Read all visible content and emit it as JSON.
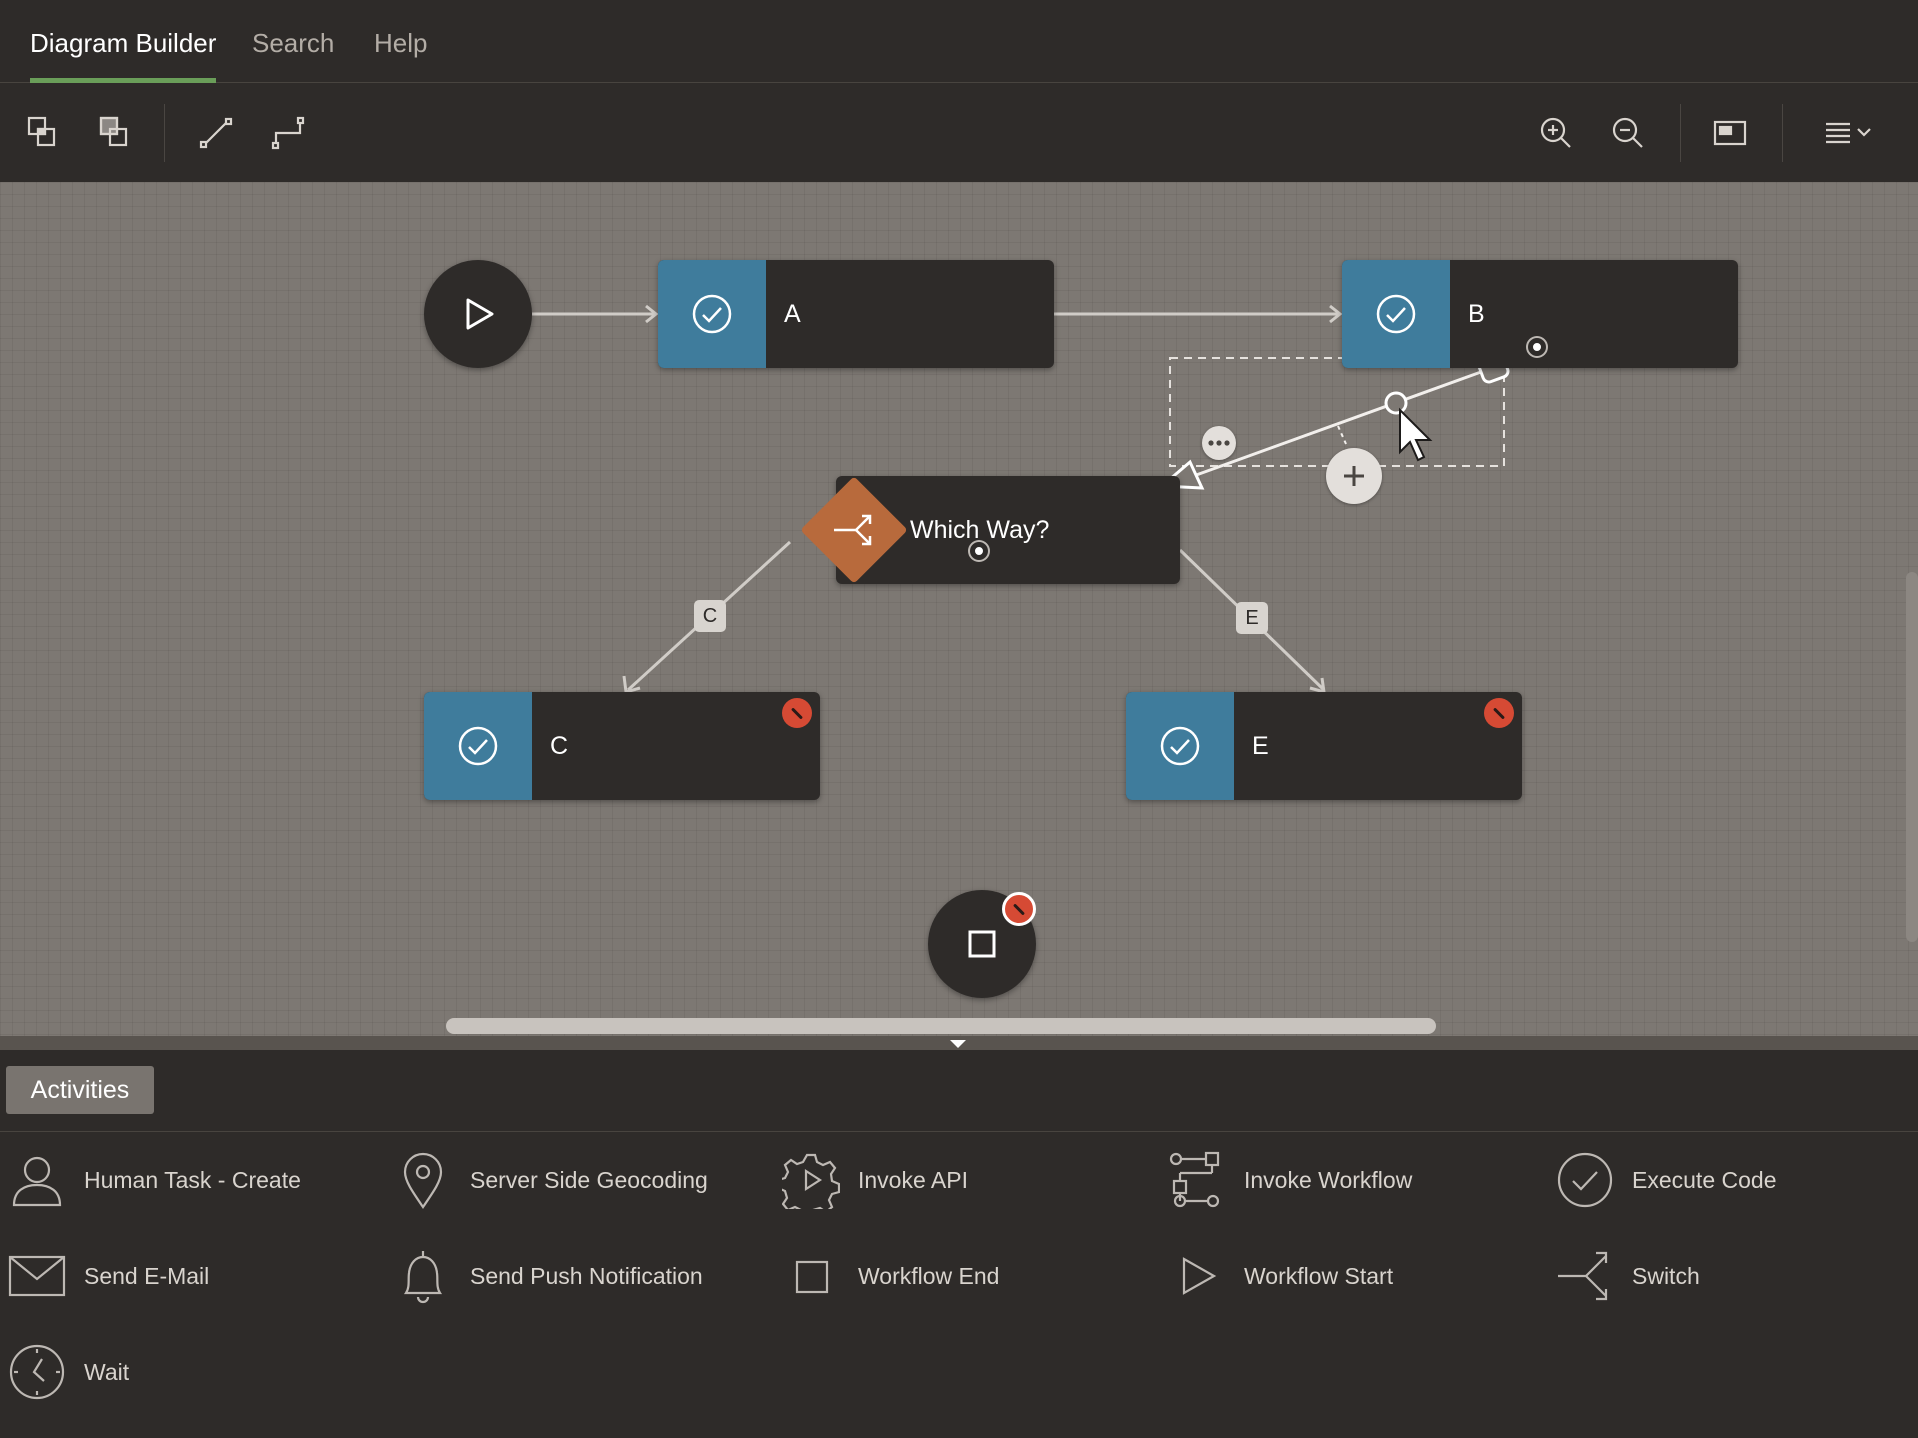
{
  "tabs": [
    {
      "label": "Diagram Builder",
      "active": true
    },
    {
      "label": "Search",
      "active": false
    },
    {
      "label": "Help",
      "active": false
    }
  ],
  "toolbar": {
    "left_icons": [
      "bring-to-front-icon",
      "send-to-back-icon",
      "straight-connector-icon",
      "elbow-connector-icon"
    ],
    "right_icons": [
      "zoom-in-icon",
      "zoom-out-icon",
      "overview-icon",
      "menu-icon"
    ]
  },
  "diagram": {
    "nodes": [
      {
        "id": "start",
        "type": "start",
        "icon": "play-icon"
      },
      {
        "id": "a",
        "type": "task",
        "label": "A",
        "icon": "check-circle-icon",
        "error": false
      },
      {
        "id": "b",
        "type": "task",
        "label": "B",
        "icon": "check-circle-icon",
        "error": false
      },
      {
        "id": "switch",
        "type": "switch",
        "label": "Which Way?",
        "icon": "switch-icon"
      },
      {
        "id": "c",
        "type": "task",
        "label": "C",
        "icon": "check-circle-icon",
        "error": true
      },
      {
        "id": "e",
        "type": "task",
        "label": "E",
        "icon": "check-circle-icon",
        "error": true
      },
      {
        "id": "end",
        "type": "end",
        "icon": "stop-icon",
        "error": true
      }
    ],
    "edge_labels": {
      "to_c": "C",
      "to_e": "E"
    },
    "colors": {
      "task_side": "#3f7c9c",
      "switch": "#b86a3c",
      "error": "#d64a34",
      "node_bg": "#2e2b29",
      "canvas": "#7d7873",
      "tab_accent": "#6a9e59"
    }
  },
  "palette": {
    "tab_label": "Activities",
    "activities": [
      {
        "label": "Human Task - Create",
        "icon": "person-icon"
      },
      {
        "label": "Server Side Geocoding",
        "icon": "map-pin-icon"
      },
      {
        "label": "Invoke API",
        "icon": "gear-icon"
      },
      {
        "label": "Invoke Workflow",
        "icon": "workflow-icon"
      },
      {
        "label": "Execute Code",
        "icon": "check-circle-icon"
      },
      {
        "label": "Send E-Mail",
        "icon": "envelope-icon"
      },
      {
        "label": "Send Push Notification",
        "icon": "bell-icon"
      },
      {
        "label": "Workflow End",
        "icon": "square-icon"
      },
      {
        "label": "Workflow Start",
        "icon": "play-icon"
      },
      {
        "label": "Switch",
        "icon": "switch-icon"
      },
      {
        "label": "Wait",
        "icon": "clock-icon"
      }
    ]
  }
}
